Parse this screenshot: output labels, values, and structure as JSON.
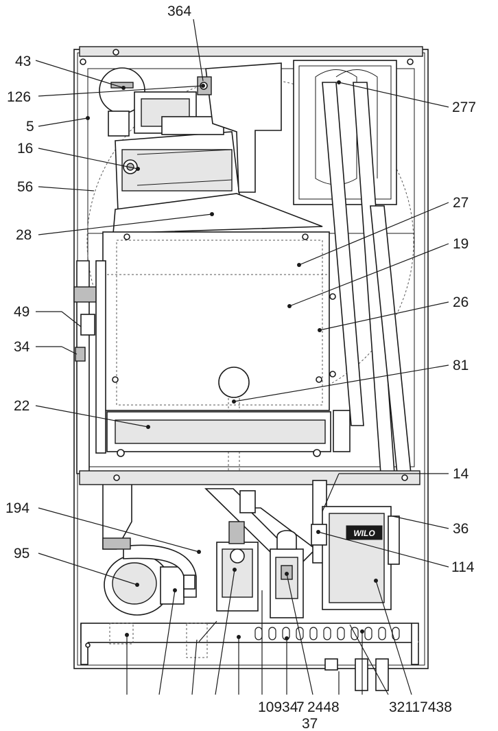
{
  "callouts": {
    "c364": "364",
    "c43": "43",
    "c126": "126",
    "c5": "5",
    "c16": "16",
    "c56": "56",
    "c28": "28",
    "c49": "49",
    "c34": "34",
    "c22": "22",
    "c194": "194",
    "c95": "95",
    "c277": "277",
    "c27": "27",
    "c19": "19",
    "c26": "26",
    "c81": "81",
    "c14": "14",
    "c36": "36",
    "c114": "114",
    "bottom_left_group": "10934",
    "bottom_mid_group": "7",
    "c2448": "2448",
    "c37": "37",
    "bottom_right_group": "32117438"
  },
  "pump_logo": "WILO"
}
